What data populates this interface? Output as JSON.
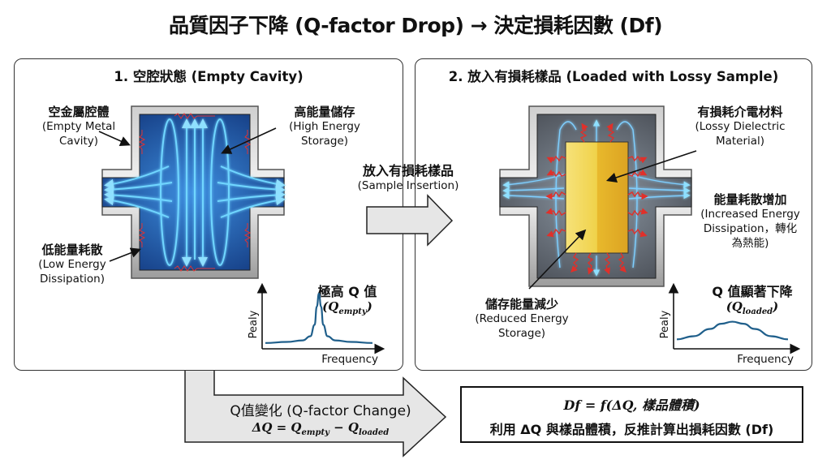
{
  "title": "品質因子下降 (Q-factor Drop) → 決定損耗因數 (Df)",
  "panel_empty": {
    "heading": "1. 空腔狀態 (Empty Cavity)",
    "labels": {
      "metal_cavity": {
        "zh": "空金屬腔體",
        "en1": "(Empty Metal",
        "en2": "Cavity)"
      },
      "high_energy": {
        "zh": "高能量儲存",
        "en1": "(High Energy",
        "en2": "Storage)"
      },
      "low_dissipation": {
        "zh": "低能量耗散",
        "en1": "(Low Energy",
        "en2": "Dissipation)"
      }
    },
    "plot": {
      "caption_zh": "極高 Q 值",
      "caption_math": "(Q",
      "caption_sub": "empty",
      "caption_close": ")",
      "ylabel": "Pealy",
      "xlabel": "Frequency"
    }
  },
  "insertion": {
    "zh": "放入有損耗樣品",
    "en": "(Sample Insertion)"
  },
  "panel_loaded": {
    "heading": "2. 放入有損耗樣品 (Loaded with Lossy Sample)",
    "labels": {
      "lossy_material": {
        "zh": "有損耗介電材料",
        "en1": "(Lossy Dielectric",
        "en2": "Material)"
      },
      "increased_dissipation": {
        "zh": "能量耗散增加",
        "en1": "(Increased Energy",
        "en2": "Dissipation，轉化",
        "en3": "為熱能)"
      },
      "reduced_storage": {
        "zh": "儲存能量減少",
        "en1": "(Reduced Energy",
        "en2": "Storage)"
      }
    },
    "plot": {
      "caption_zh": "Q 值顯著下降",
      "caption_math": "(Q",
      "caption_sub": "loaded",
      "caption_close": ")",
      "ylabel": "Pealy",
      "xlabel": "Frequency"
    }
  },
  "q_change": {
    "label": "Q值變化 (Q-factor Change)",
    "formula_lhs": "ΔQ = Q",
    "sub1": "empty",
    "minus": " − Q",
    "sub2": "loaded"
  },
  "result": {
    "formula": "Df = f(ΔQ, 樣品體積)",
    "description": "利用 ΔQ 與樣品體積，反推計算出損耗因數 (Df)"
  },
  "colors": {
    "field_blue": "#5cc8ff",
    "cavity_blue": "#1d5fae",
    "loss_red": "#e0302a",
    "sample_yellow": "#f2cf3c",
    "metal_gray": "#a9a9a9",
    "curve_blue": "#1f5f8b",
    "arrow_fill": "#e6e6e6"
  },
  "chart_data": [
    {
      "type": "line",
      "title": "極高 Q 值 (Q_empty)",
      "xlabel": "Frequency",
      "ylabel": "Pealy",
      "description": "Sharp narrow resonance peak (high Q)",
      "x": [
        0,
        0.2,
        0.35,
        0.42,
        0.46,
        0.48,
        0.5,
        0.52,
        0.54,
        0.58,
        0.65,
        0.8,
        1.0
      ],
      "y": [
        0.05,
        0.07,
        0.1,
        0.18,
        0.4,
        0.75,
        1.0,
        0.75,
        0.4,
        0.18,
        0.1,
        0.07,
        0.05
      ],
      "grid": false
    },
    {
      "type": "line",
      "title": "Q 值顯著下降 (Q_loaded)",
      "xlabel": "Frequency",
      "ylabel": "Pealy",
      "description": "Broad low resonance peak (low Q)",
      "x": [
        0,
        0.15,
        0.3,
        0.4,
        0.5,
        0.6,
        0.7,
        0.85,
        1.0
      ],
      "y": [
        0.12,
        0.18,
        0.32,
        0.42,
        0.46,
        0.42,
        0.32,
        0.18,
        0.12
      ],
      "grid": false
    }
  ]
}
